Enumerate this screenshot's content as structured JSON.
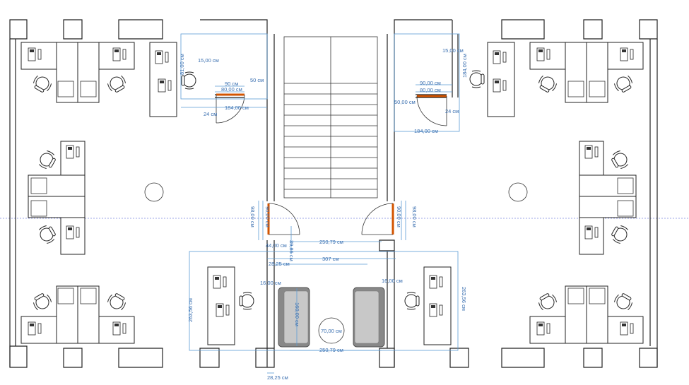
{
  "plan": {
    "dimensions": {
      "d15_left": "15,00 см",
      "d81_left": "81,00 см",
      "d90cm": "90 см",
      "d80_left": "80,00 см",
      "d50_left": "50 см",
      "d184_left": "184,00 см",
      "d24_left": "24 см",
      "d15_right": "15,00 см",
      "d184_right_v": "184,00 см",
      "d90_right": "90,00 см",
      "d80_right": "80,00 см",
      "d50_right": "50,00 см",
      "d24_right": "24 см",
      "d184_right": "184,00 см",
      "d98_left": "98,00 см",
      "d90_left_v": "90,00 см",
      "d90_right_v": "90,00 см",
      "d98_right": "98,00 см",
      "d44": "44,00 см",
      "d3986": "39,86 см",
      "d250_top": "250,79 см",
      "d2825_top": "28,25 см",
      "d307": "307 см",
      "d16_left": "16,00 см",
      "d16_right": "16,00 см",
      "d263_left": "263,56 см",
      "d263_right": "263,56 см",
      "d160": "160,00 см",
      "d70": "70,00 см",
      "d250_bottom": "250,79 см",
      "d2825_bottom": "28,25 см"
    }
  }
}
